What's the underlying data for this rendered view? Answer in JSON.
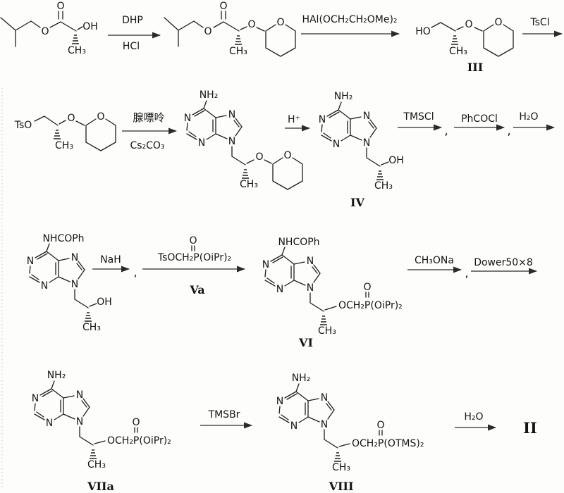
{
  "figure": {
    "type": "chemical-reaction-scheme",
    "background": "#fdfdfc",
    "ink": "#1e1e1e"
  },
  "symbols": {
    "O": "O",
    "N": "N",
    "HO": "HO",
    "OH": "OH",
    "TsO": "TsO",
    "CH3": "CH₃",
    "NH2": "NH₂",
    "NHCOPh": "NHCOPh",
    "comma": ","
  },
  "reagents": {
    "dhp": "DHP",
    "hcl": "HCl",
    "red_al": "HAl(OCH₂CH₂OMe)₂",
    "tscl": "TsCl",
    "adenine_cn": "腺嘌呤",
    "cs2co3": "Cs₂CO₃",
    "h_plus": "H⁺",
    "tmscl": "TMSCl",
    "phcocl": "PhCOCl",
    "h2o": "H₂O",
    "nah": "NaH",
    "tosylate": "TsOCH₂P(OiPr)₂",
    "ch3ona": "CH₃ONa",
    "dowex": "Dower50×8",
    "tmsbr": "TMSBr"
  },
  "chains": {
    "phosphonate_ipr": "OCH₂P(OiPr)₂",
    "phosphonate_tms": "OCH₂P(OTMS)₂"
  },
  "compound_labels": {
    "iii": "III",
    "iv": "IV",
    "va": "Va",
    "vi": "VI",
    "viia": "VIIa",
    "viii": "VIII",
    "ii": "II"
  }
}
